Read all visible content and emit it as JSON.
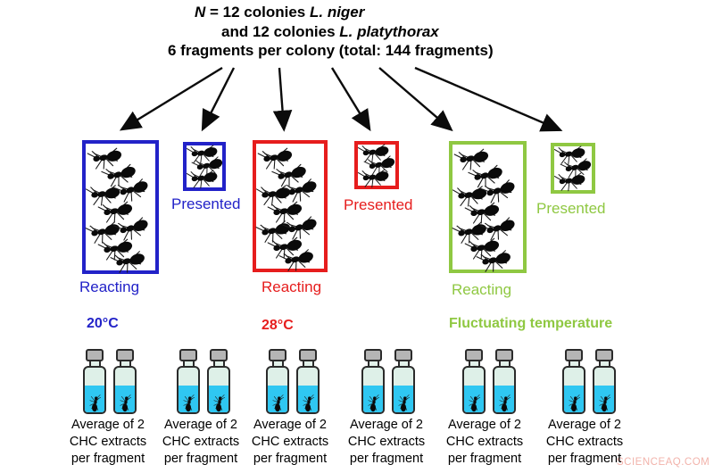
{
  "title": {
    "line1_n": "N",
    "line1_text": " = 12 colonies ",
    "line1_species": "L. niger",
    "line2_text": "and 12 colonies ",
    "line2_species": "L. platythorax",
    "line3": "6 fragments per colony (total: 144 fragments)"
  },
  "groups": [
    {
      "id": "20c",
      "temp_label": "20°C",
      "reacting_label": "Reacting",
      "presented_label": "Presented",
      "color": "#2222c8",
      "reacting_ant_count": 9,
      "presented_ant_count": 3
    },
    {
      "id": "28c",
      "temp_label": "28°C",
      "reacting_label": "Reacting",
      "presented_label": "Presented",
      "color": "#e61d1d",
      "reacting_ant_count": 9,
      "presented_ant_count": 3
    },
    {
      "id": "fluct",
      "temp_label": "Fluctuating temperature",
      "reacting_label": "Reacting",
      "presented_label": "Presented",
      "color": "#8fc842",
      "reacting_ant_count": 9,
      "presented_ant_count": 3
    }
  ],
  "extract_caption": {
    "line1": "Average of 2",
    "line2": "CHC extracts",
    "line3": "per fragment"
  },
  "vials": {
    "pairs": 6,
    "vials_per_pair": 2,
    "liquid_color": "#2fc7f2",
    "cap_color": "#b5b5b5"
  },
  "watermark": "SCIENCEAQ.COM"
}
